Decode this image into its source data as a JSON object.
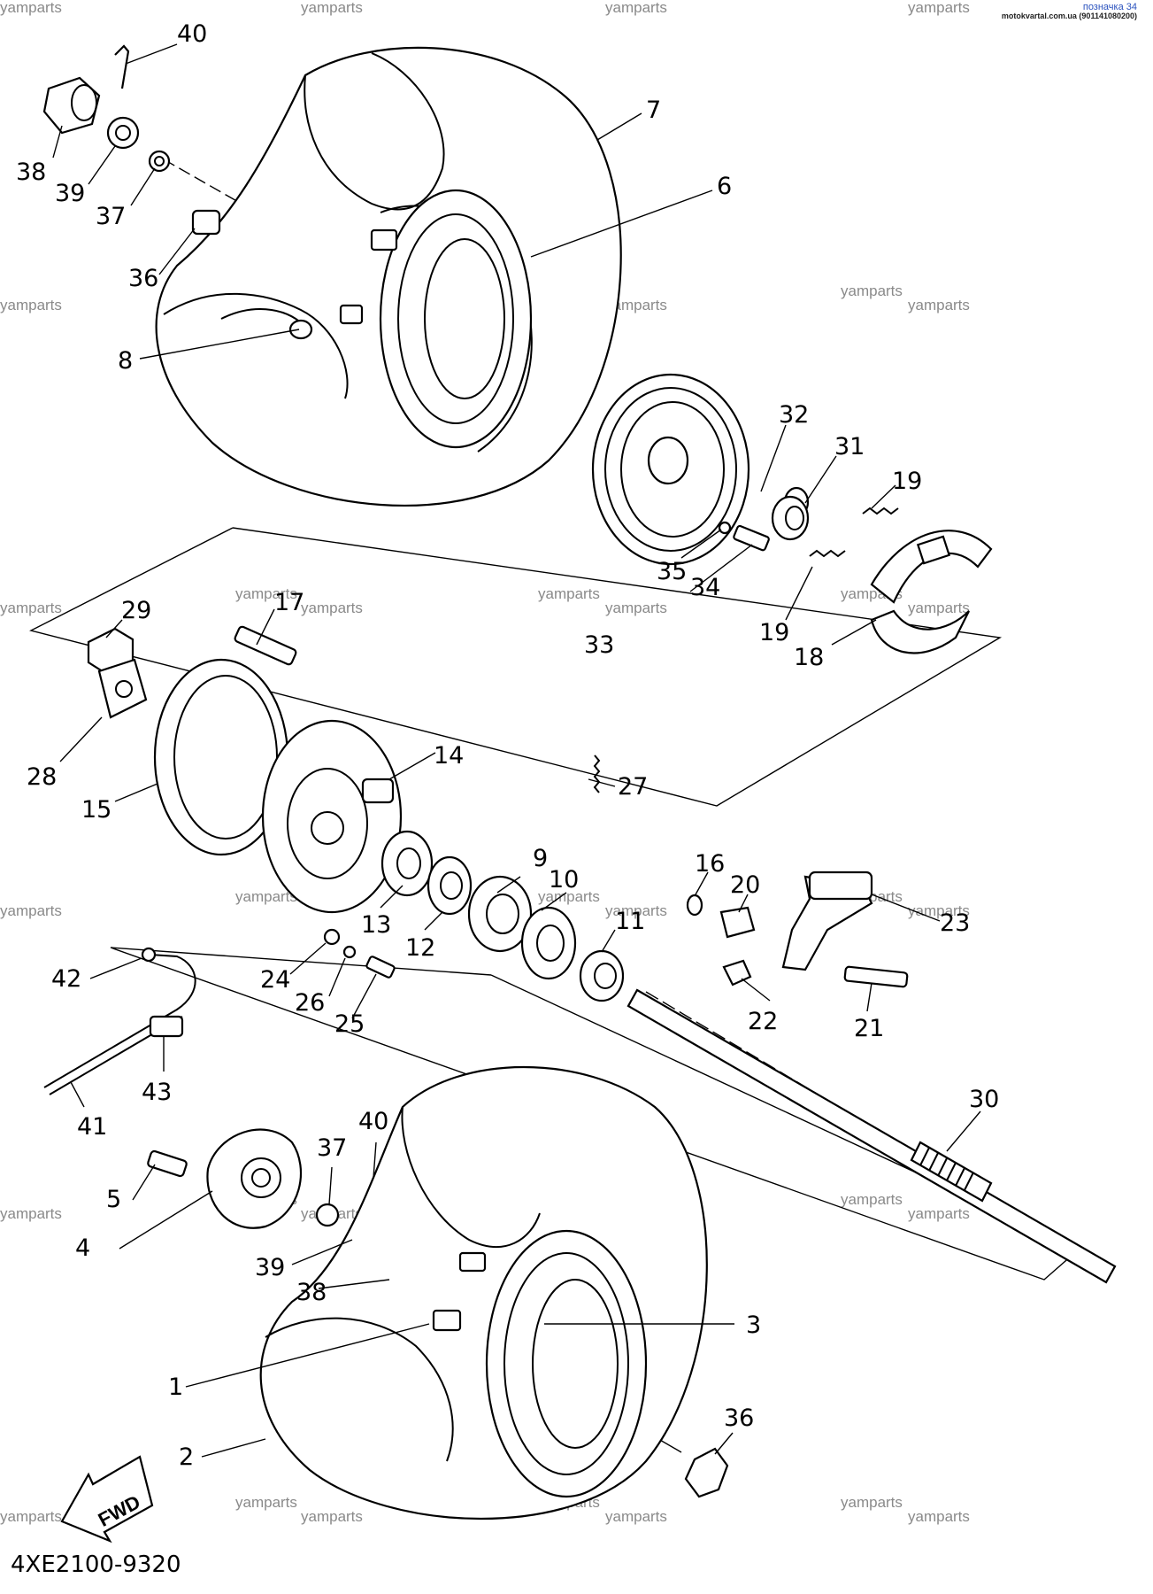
{
  "watermark": "yamparts",
  "diagram_code": "4XE2100-9320",
  "fwd_label": "FWD",
  "site_tag": {
    "title": "позначка 34",
    "subtitle": "motokvartal.com.ua (901141080200)"
  },
  "callouts": [
    "40",
    "7",
    "38",
    "39",
    "37",
    "6",
    "36",
    "8",
    "32",
    "31",
    "19",
    "35",
    "34",
    "19",
    "33",
    "18",
    "29",
    "17",
    "28",
    "14",
    "27",
    "15",
    "9",
    "16",
    "10",
    "20",
    "13",
    "12",
    "11",
    "23",
    "24",
    "26",
    "25",
    "42",
    "22",
    "21",
    "43",
    "41",
    "30",
    "40",
    "37",
    "5",
    "4",
    "39",
    "38",
    "3",
    "1",
    "36",
    "2"
  ]
}
